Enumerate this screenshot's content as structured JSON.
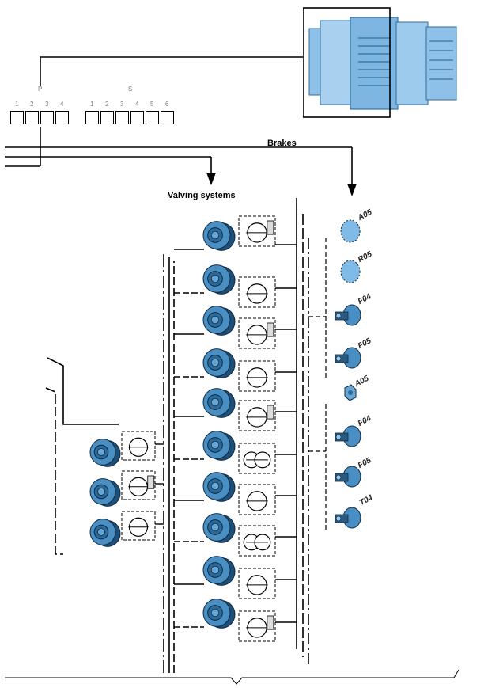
{
  "labels": {
    "brakes": "Brakes",
    "valving_systems": "Valving systems"
  },
  "selector": {
    "p": {
      "group_label": "P",
      "positions": [
        "1",
        "2",
        "3",
        "4"
      ]
    },
    "s": {
      "group_label": "S",
      "positions": [
        "1",
        "2",
        "3",
        "4",
        "5",
        "6"
      ]
    }
  },
  "brake_codes": [
    "A05",
    "R05",
    "F04",
    "F05",
    "A05",
    "F04",
    "F05",
    "T04"
  ],
  "colors": {
    "part_blue": "#4a8fc4",
    "part_dark": "#1e4f78",
    "line": "#000000"
  }
}
